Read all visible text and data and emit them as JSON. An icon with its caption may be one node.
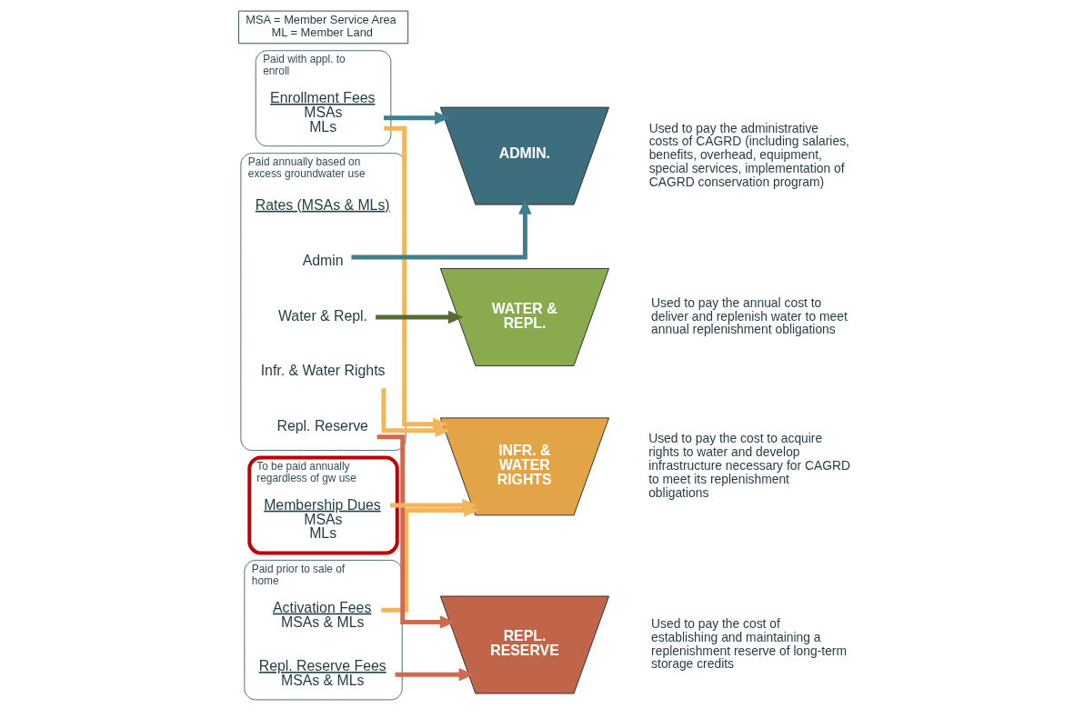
{
  "diagram": {
    "nodes": [
      {
        "text": [
          "Paid with appl. to enroll"
        ]
      },
      {
        "text": [
          "Enrollment Fees",
          "MSAs",
          "MLs"
        ],
        "in": 0
      },
      {
        "text": [
          "Paid prior to sale of home"
        ]
      },
      {
        "text": [
          "Activation Fees",
          "MSAs & MLs"
        ],
        "in": 2
      },
      {
        "text": [
          "Repl. Reserve Fees",
          "MSAs & MLs"
        ],
        "in": 2
      },
      {
        "text": [
          "Paid annually based on excess groundwater use"
        ]
      },
      {
        "text": [
          "Rates (MSAs & MLs)"
        ],
        "in": 5
      },
      {
        "text": [
          "Admin"
        ],
        "in": 5
      },
      {
        "text": [
          "Water & Repl."
        ],
        "in": 5
      },
      {
        "text": [
          "Infr. & Water Rights"
        ],
        "in": 5
      },
      {
        "text": [
          "Repl. Reserve"
        ],
        "in": 5
      },
      {
        "text": [
          "To be paid annually regardless of gw use"
        ]
      },
      {
        "text": [
          "Membership Dues",
          "MSAs",
          "MLs"
        ],
        "in": 11
      },
      {
        "text": [
          "MSA = Member Service Area",
          "ML = Member Land"
        ]
      },
      {
        "text": [
          "ADMIN."
        ],
        "beside": [
          "Used to pay the administrative costs of CAGRD (including salaries, benefits, overhead, equipment, special services, implementation of CAGRD conservation program)"
        ]
      },
      {
        "text": [
          "WATER & REPL."
        ],
        "beside": [
          "Used to pay the annual cost to deliver and replenish water to meet annual replenishment obligations"
        ]
      },
      {
        "text": [
          "INFR. & WATER RIGHTS"
        ],
        "beside": [
          "Used to pay the cost to acquire rights to water and develop infrastructure necessary for CAGRD to meet its replenishment obligations"
        ]
      },
      {
        "text": [
          "REPL. RESERVE"
        ],
        "beside": [
          "Used to pay the cost of establishing and maintaining a replenishment reserve of long-term storage credits"
        ]
      }
    ],
    "edges": [
      {
        "from": 1,
        "to": 14,
        "arrow": "to",
        "color": "#3e7f8f"
      },
      {
        "from": 1,
        "to": 16,
        "arrow": "to",
        "color": "#f2b55a"
      },
      {
        "from": 3,
        "to": 16,
        "arrow": "to",
        "color": "#f2b55a"
      },
      {
        "from": 4,
        "to": 17,
        "arrow": "to",
        "color": "#cf6a4f"
      },
      {
        "from": 7,
        "to": 14,
        "arrow": "to",
        "color": "#3e7f8f"
      },
      {
        "from": 8,
        "to": 15,
        "arrow": "to",
        "color": "#556b2f"
      },
      {
        "from": 9,
        "to": 16,
        "arrow": "to",
        "color": "#f2b55a"
      },
      {
        "from": 10,
        "to": 17,
        "arrow": "to",
        "color": "#cf6a4f"
      },
      {
        "from": 12,
        "to": 16,
        "arrow": "to",
        "color": "#f2b55a"
      }
    ]
  }
}
